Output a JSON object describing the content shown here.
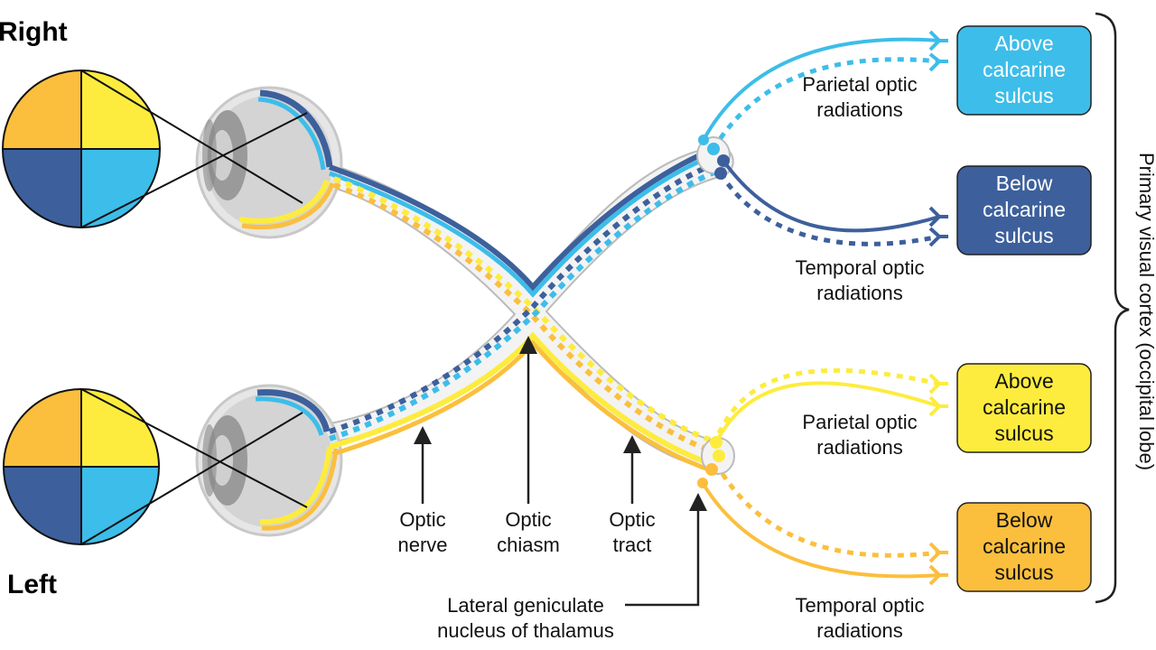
{
  "colors": {
    "orange": "#fbbf3d",
    "yellow": "#fdec3e",
    "dark_blue": "#3d609c",
    "light_blue": "#3dbde9",
    "outline": "#111111",
    "nerve_fill": "#f2f2f2",
    "nerve_edge": "#bdbdbd",
    "eye_fill": "#d6d6d6"
  },
  "sides": {
    "right": "Right",
    "left": "Left"
  },
  "labels": {
    "optic_nerve": [
      "Optic",
      "nerve"
    ],
    "optic_chiasm": [
      "Optic",
      "chiasm"
    ],
    "optic_tract": [
      "Optic",
      "tract"
    ],
    "lgn": [
      "Lateral geniculate",
      "nucleus of thalamus"
    ],
    "parietal_top": [
      "Parietal optic",
      "radiations"
    ],
    "temporal_top": [
      "Temporal optic",
      "radiations"
    ],
    "parietal_bottom": [
      "Parietal optic",
      "radiations"
    ],
    "temporal_bottom": [
      "Temporal optic",
      "radiations"
    ],
    "cortex": "Primary visual cortex (occipital lobe)"
  },
  "boxes": [
    {
      "lines": [
        "Above",
        "calcarine",
        "sulcus"
      ],
      "fill": "#3dbde9",
      "text_color": "#ffffff"
    },
    {
      "lines": [
        "Below",
        "calcarine",
        "sulcus"
      ],
      "fill": "#3d609c",
      "text_color": "#ffffff"
    },
    {
      "lines": [
        "Above",
        "calcarine",
        "sulcus"
      ],
      "fill": "#fdec3e",
      "text_color": "#111111"
    },
    {
      "lines": [
        "Below",
        "calcarine",
        "sulcus"
      ],
      "fill": "#fbbf3d",
      "text_color": "#111111"
    }
  ]
}
